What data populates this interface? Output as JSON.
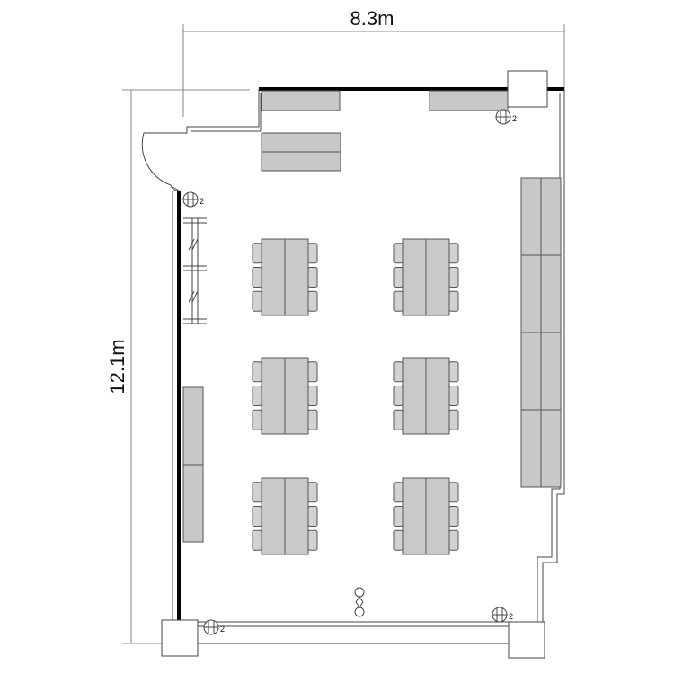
{
  "dimensions": {
    "width_label": "8.3m",
    "height_label": "12.1m"
  },
  "ac_units": [
    {
      "label": "2"
    },
    {
      "label": "2"
    },
    {
      "label": "2"
    },
    {
      "label": "2"
    }
  ],
  "table_groups": [
    {
      "tables": 2,
      "chairs_each_side": 3
    },
    {
      "tables": 2,
      "chairs_each_side": 3
    },
    {
      "tables": 2,
      "chairs_each_side": 3
    },
    {
      "tables": 2,
      "chairs_each_side": 3
    },
    {
      "tables": 2,
      "chairs_each_side": 3
    },
    {
      "tables": 2,
      "chairs_each_side": 3
    }
  ],
  "colors": {
    "furniture": "#c8c8c8",
    "wall": "#000000",
    "line": "#444444"
  }
}
